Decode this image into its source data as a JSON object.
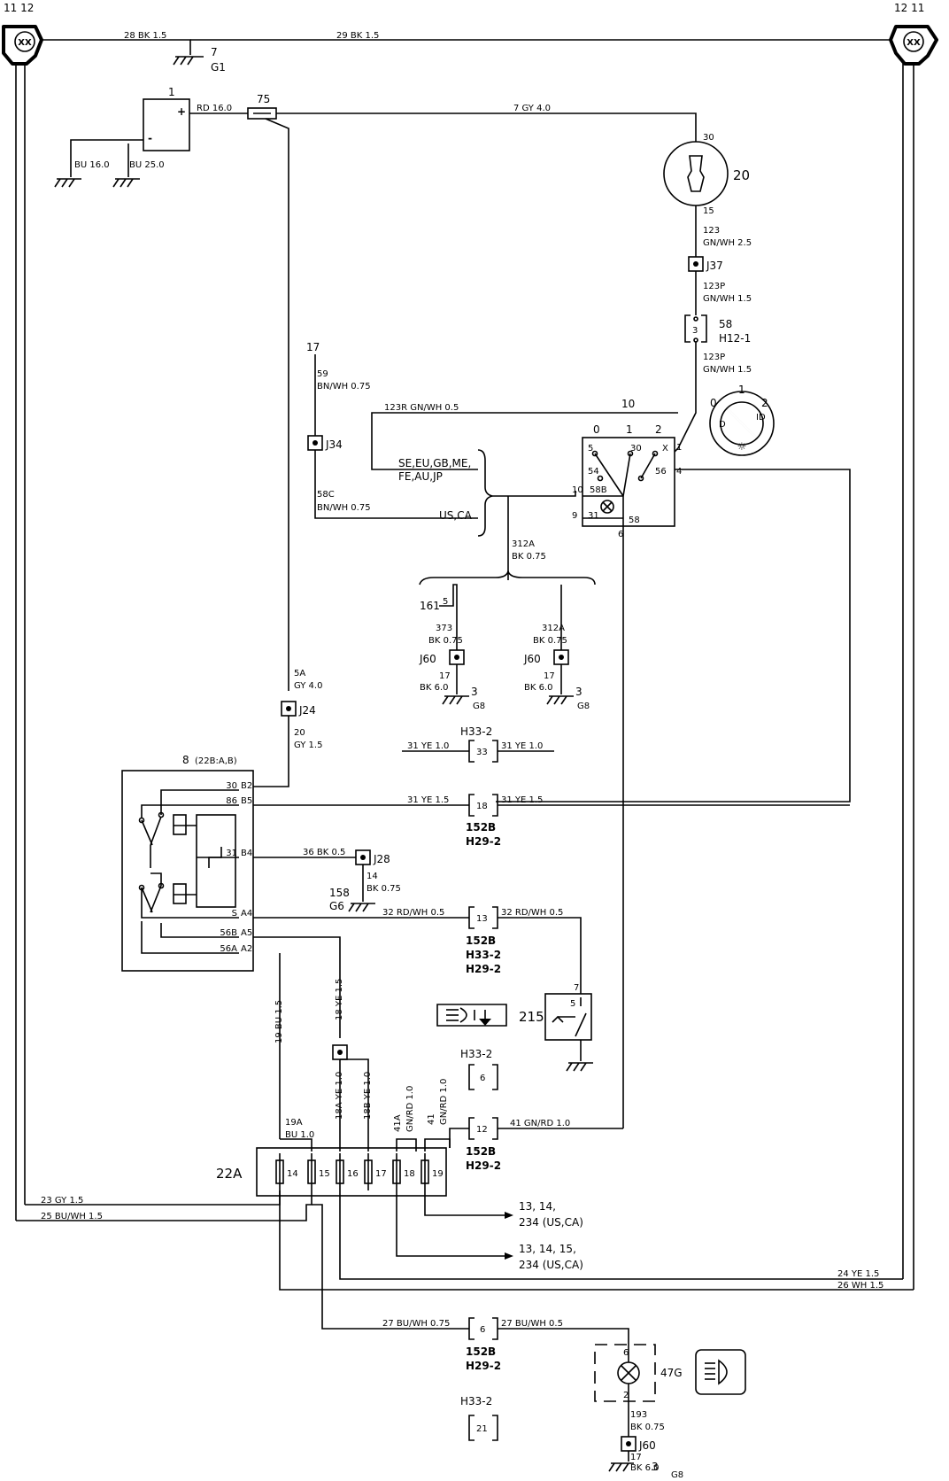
{
  "headlights": {
    "left": {
      "pins": "11 12",
      "symbol": "XX"
    },
    "right": {
      "pins": "12 11",
      "symbol": "XX"
    }
  },
  "ground_g1": {
    "ref": "7",
    "name": "G1"
  },
  "battery": {
    "ref": "1",
    "plus": "+",
    "minus": "-"
  },
  "fuse75": {
    "ref": "75"
  },
  "switch20": {
    "ref": "20",
    "pin_in": "30",
    "pin_out": "15"
  },
  "wires": {
    "w28": "28 BK 1.5",
    "w29": "29 BK 1.5",
    "rd16": "RD 16.0",
    "bu16": "BU 16.0",
    "bu25": "BU 25.0",
    "w7gy": "7 GY 4.0",
    "w123_num": "123",
    "w123_col": "GN/WH 2.5",
    "w123p_num": "123P",
    "w123p_col": "GN/WH 1.5",
    "w123p2_num": "123P",
    "w123p2_col": "GN/WH 1.5",
    "w123r": "123R GN/WH 0.5",
    "w59_num": "59",
    "w59_col": "BN/WH 0.75",
    "w58c_num": "58C",
    "w58c_col": "BN/WH 0.75",
    "w312a_num": "312A",
    "w312a_col": "BK 0.75",
    "w373_num": "373",
    "w373_col": "BK 0.75",
    "w312a2_num": "312A",
    "w312a2_col": "BK 0.75",
    "w17a_num": "17",
    "w17a_col": "BK 6.0",
    "w17b_num": "17",
    "w17b_col": "BK 6.0",
    "w5a_num": "5A",
    "w5a_col": "GY 4.0",
    "w20_num": "20",
    "w20_col": "GY 1.5",
    "w31a_l": "31 YE 1.0",
    "w31a_r": "31 YE 1.0",
    "w31b_l": "31 YE 1.5",
    "w31b_r": "31 YE 1.5",
    "w36": "36 BK 0.5",
    "w14_num": "14",
    "w14_col": "BK 0.75",
    "w32_l": "32 RD/WH 0.5",
    "w32_r": "32 RD/WH 0.5",
    "w19": "19 BU 1.5",
    "w18": "18 YE 1.5",
    "w19a_num": "19A",
    "w19a_col": "BU 1.0",
    "w18a": "18A YE 1.0",
    "w18b": "18B YE 1.0",
    "w41a_num": "41A",
    "w41a_col": "GN/RD 1.0",
    "w41_num": "41",
    "w41_col": "GN/RD 1.0",
    "w41h": "41 GN/RD 1.0",
    "w23": "23 GY 1.5",
    "w25": "25 BU/WH 1.5",
    "w24": "24 YE 1.5",
    "w26": "26 WH 1.5",
    "w27_l": "27 BU/WH 0.75",
    "w27_r": "27 BU/WH 0.5",
    "w193_num": "193",
    "w193_col": "BK 0.75",
    "w17c_num": "17",
    "w17c_col": "BK 6.0"
  },
  "junctions": {
    "j37": "J37",
    "j34": "J34",
    "j60a": "J60",
    "j60b": "J60",
    "j24": "J24",
    "j28": "J28",
    "j60c": "J60"
  },
  "connectors": {
    "h12": {
      "pin": "3",
      "ref": "58",
      "name": "H12-1"
    },
    "h33a": {
      "pin": "33",
      "name": "H33-2"
    },
    "c18": {
      "pin": "18",
      "ref": "152B",
      "name": "H29-2"
    },
    "c13": {
      "pin": "13",
      "ref": "152B",
      "name1": "H33-2",
      "name2": "H29-2"
    },
    "h33b": {
      "pin": "6",
      "name": "H33-2"
    },
    "c12": {
      "pin": "12",
      "ref": "152B",
      "name": "H29-2"
    },
    "c6": {
      "pin": "6",
      "ref": "152B",
      "name": "H29-2"
    },
    "h33c": {
      "pin": "21",
      "name": "H33-2"
    }
  },
  "ref17": "17",
  "ref161": {
    "ref": "161",
    "pin": "5"
  },
  "ground_g8a": {
    "ref": "3",
    "name": "G8"
  },
  "ground_g8b": {
    "ref": "3",
    "name": "G8"
  },
  "ground_g6": {
    "ref": "158",
    "name": "G6"
  },
  "ground_g8c": {
    "ref": "3",
    "name": "G8"
  },
  "market_labels": {
    "group1_line1": "SE,EU,GB,ME,",
    "group1_line2": "FE,AU,JP",
    "group2": "US,CA"
  },
  "light_switch": {
    "ref": "10",
    "positions": [
      "0",
      "1",
      "2"
    ],
    "pins": {
      "p5": "5",
      "p30": "30",
      "px": "X",
      "p1": "1",
      "p54": "54",
      "p56": "56",
      "p4": "4",
      "p10": "10",
      "p58b": "58B",
      "p9": "9",
      "p31": "31",
      "p58": "58",
      "p6": "6"
    },
    "knob_labels": {
      "left": "0",
      "mid": "1",
      "right": "2",
      "d_left": "D",
      "d_right": "ID"
    }
  },
  "relay8": {
    "title": "8",
    "title_sub": "(22B:A,B)",
    "pins_left": [
      "30",
      "86",
      "31",
      "S",
      "56B",
      "56A"
    ],
    "pins_right": [
      "B2",
      "B5",
      "B4",
      "A4",
      "A5",
      "A2"
    ]
  },
  "fusebox22a": {
    "ref": "22A",
    "fuses": [
      "14",
      "15",
      "16",
      "17",
      "18",
      "19"
    ]
  },
  "switch215": {
    "ref": "215",
    "pin7": "7",
    "pin5": "5"
  },
  "lamp47g": {
    "ref": "47G",
    "pin6": "6",
    "pin2": "2"
  },
  "destinations": {
    "d1_line1": "13, 14,",
    "d1_line2": "234 (US,CA)",
    "d2_line1": "13, 14, 15,",
    "d2_line2": "234 (US,CA)"
  }
}
